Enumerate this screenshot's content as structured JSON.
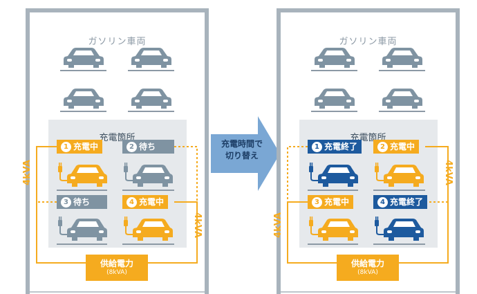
{
  "left": {
    "title": "ガソリン車両",
    "section": "充電箇所",
    "slots": [
      {
        "num": "1",
        "label": "充電中",
        "color": "#f5ab1f"
      },
      {
        "num": "2",
        "label": "待ち",
        "color": "#7f93a2"
      },
      {
        "num": "3",
        "label": "待ち",
        "color": "#7f93a2"
      },
      {
        "num": "4",
        "label": "充電中",
        "color": "#f5ab1f"
      }
    ],
    "kva_left": "4kVA",
    "kva_right": "4kVA",
    "supply_label": "供給電力",
    "supply_value": "(8kVA)"
  },
  "right": {
    "title": "ガソリン車両",
    "section": "充電箇所",
    "slots": [
      {
        "num": "1",
        "label": "充電終了",
        "color": "#1d5a9e"
      },
      {
        "num": "2",
        "label": "充電中",
        "color": "#f5ab1f"
      },
      {
        "num": "3",
        "label": "充電中",
        "color": "#f5ab1f"
      },
      {
        "num": "4",
        "label": "充電終了",
        "color": "#1d5a9e"
      }
    ],
    "kva_left": "4kVA",
    "kva_right": "4kVA",
    "supply_label": "供給電力",
    "supply_value": "(8kVA)"
  },
  "arrow": {
    "line1": "充電時間で",
    "line2": "切り替え"
  },
  "colors": {
    "orange": "#f5ab1f",
    "gray": "#7f93a2",
    "blue": "#1d5a9e",
    "wall": "#a8b3bc",
    "arrow": "#7aa7d4"
  }
}
